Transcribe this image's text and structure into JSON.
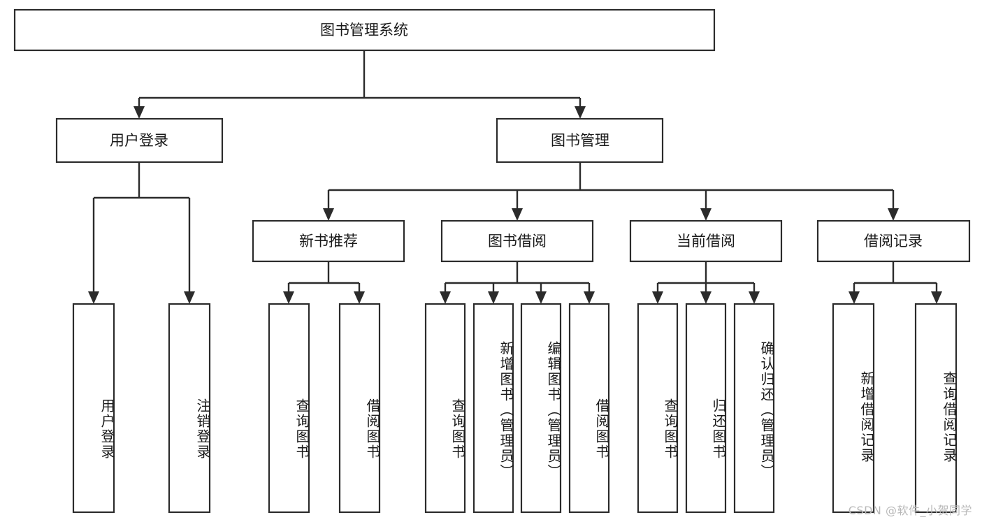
{
  "diagram": {
    "type": "tree-hierarchy-chart",
    "title": "图书管理系统",
    "colors": {
      "box_stroke": "#2b2b2b",
      "box_fill": "#ffffff",
      "text": "#1a1a1a",
      "connector": "#2b2b2b",
      "background": "#ffffff",
      "watermark": "#b8b8b8"
    },
    "levels": {
      "level1": [
        {
          "id": "root",
          "label": "图书管理系统",
          "orientation": "horizontal"
        }
      ],
      "level2": [
        {
          "id": "user-login",
          "label": "用户登录",
          "orientation": "horizontal",
          "parent": "root"
        },
        {
          "id": "book-mgmt",
          "label": "图书管理",
          "orientation": "horizontal",
          "parent": "root"
        }
      ],
      "level3": [
        {
          "id": "new-book-rec",
          "label": "新书推荐",
          "orientation": "horizontal",
          "parent": "book-mgmt"
        },
        {
          "id": "book-borrow",
          "label": "图书借阅",
          "orientation": "horizontal",
          "parent": "book-mgmt"
        },
        {
          "id": "current-borrow",
          "label": "当前借阅",
          "orientation": "horizontal",
          "parent": "book-mgmt"
        },
        {
          "id": "borrow-record",
          "label": "借阅记录",
          "orientation": "horizontal",
          "parent": "book-mgmt"
        }
      ],
      "leaves": [
        {
          "id": "leaf-user-login",
          "label": "用户登录",
          "parent": "user-login"
        },
        {
          "id": "leaf-logout-login",
          "label": "注销登录",
          "parent": "user-login"
        },
        {
          "id": "leaf-query-book-rec",
          "label": "查询图书",
          "parent": "new-book-rec"
        },
        {
          "id": "leaf-borrow-book-rec",
          "label": "借阅图书",
          "parent": "new-book-rec"
        },
        {
          "id": "leaf-query-book-borrow",
          "label": "查询图书",
          "parent": "book-borrow"
        },
        {
          "id": "leaf-add-book-admin",
          "label": "新增图书（管理员）",
          "parent": "book-borrow"
        },
        {
          "id": "leaf-edit-book-admin",
          "label": "编辑图书（管理员）",
          "parent": "book-borrow"
        },
        {
          "id": "leaf-borrow-book",
          "label": "借阅图书",
          "parent": "book-borrow"
        },
        {
          "id": "leaf-query-book-current",
          "label": "查询图书",
          "parent": "current-borrow"
        },
        {
          "id": "leaf-return-book",
          "label": "归还图书",
          "parent": "current-borrow"
        },
        {
          "id": "leaf-confirm-return-admin",
          "label": "确认归还（管理员）",
          "parent": "current-borrow"
        },
        {
          "id": "leaf-add-borrow-record",
          "label": "新增借阅记录",
          "parent": "borrow-record"
        },
        {
          "id": "leaf-query-borrow-record",
          "label": "查询借阅记录",
          "parent": "borrow-record"
        }
      ]
    }
  },
  "watermark": {
    "text": "CSDN @软件_小贺同学"
  }
}
